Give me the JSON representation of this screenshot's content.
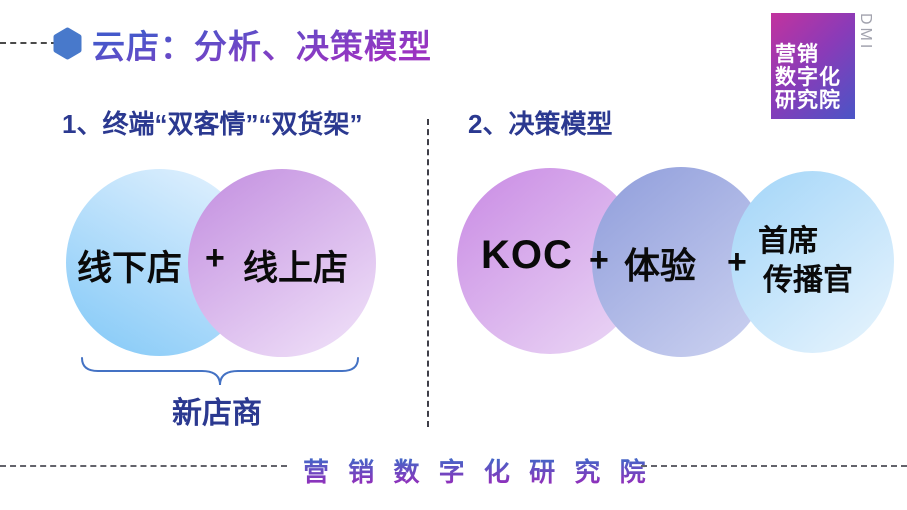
{
  "slide": {
    "title": "云店：分析、决策模型",
    "plus": "+",
    "logo": {
      "lines": [
        "营销",
        "数字化",
        "研究院"
      ],
      "dmi": "DMI"
    },
    "left": {
      "heading": "1、终端“双客情”“双货架”",
      "circle1": "线下店",
      "circle2": "线上店",
      "brace_label": "新店商"
    },
    "right": {
      "heading": "2、决策模型",
      "circle1": "KOC",
      "circle2": "体验",
      "circle3_line1": "首席",
      "circle3_line2": "传播官"
    },
    "footer": "营 销 数 字 化 研 究 院",
    "colors": {
      "title_gradient_top": "#4459CB",
      "title_gradient_bottom": "#9B33C1",
      "heading_navy": "#2B3990",
      "hexagon_blue": "#4879CB",
      "brace_blue": "#4472C4",
      "circle_offline_light": "#E2F1FE",
      "circle_offline_deep": "#8DCDF8",
      "circle_online_dark": "#C38FE0",
      "circle_online_light": "#EDDCF7",
      "circle_koc_dark": "#C98AE4",
      "circle_koc_light": "#EAD6F5",
      "circle_exp_dark": "#8F9DDB",
      "circle_exp_light": "#CBD1F0",
      "circle_chief_dark": "#A2D5F8",
      "circle_chief_light": "#E5F3FD",
      "logo_gradient_start": "#C2339E",
      "logo_gradient_end": "#4A55C6",
      "footer_gradient_top": "#3D6BC8",
      "footer_gradient_bottom": "#9030BB",
      "dmi_gray": "#A2A3AE"
    }
  }
}
